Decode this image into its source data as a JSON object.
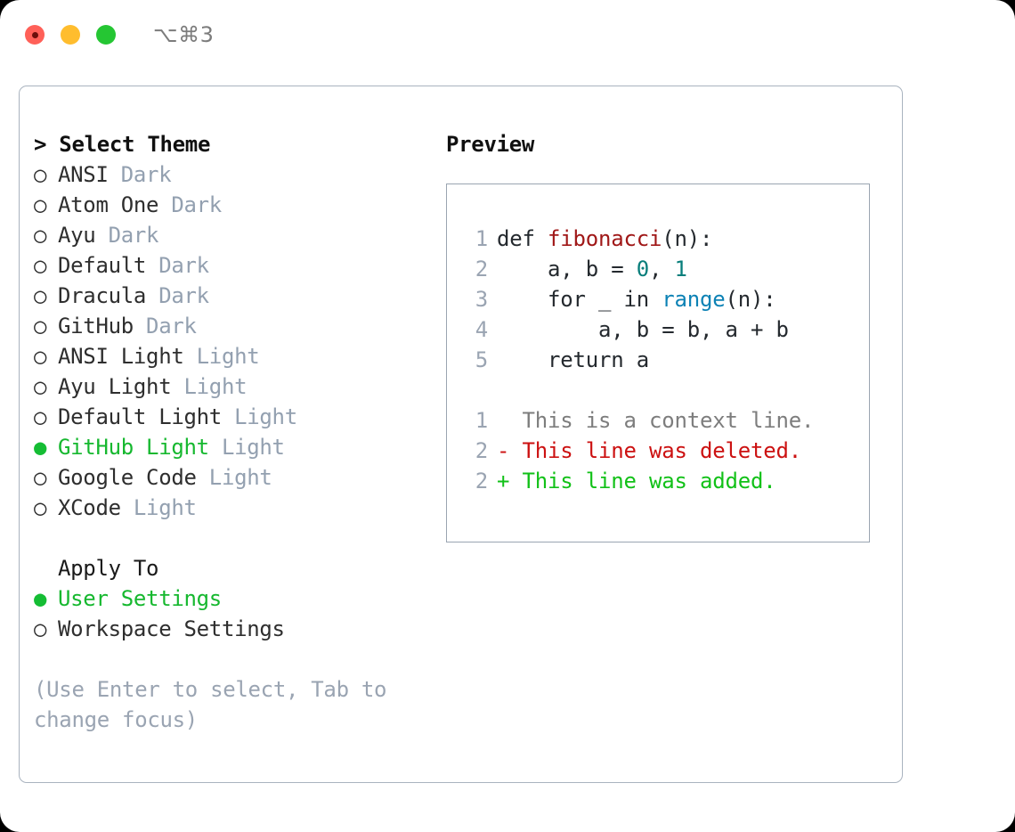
{
  "titlebar": {
    "shortcut": "⌥⌘3",
    "buttons": [
      {
        "name": "close",
        "color": "#ff6058"
      },
      {
        "name": "minimize",
        "color": "#ffbd2e"
      },
      {
        "name": "zoom",
        "color": "#25c633"
      }
    ]
  },
  "theme_list": {
    "header": "> Select Theme",
    "bullet_unselected": "○",
    "bullet_selected": "●",
    "items": [
      {
        "label": "ANSI",
        "tag": "Dark",
        "selected": false
      },
      {
        "label": "Atom One",
        "tag": "Dark",
        "selected": false
      },
      {
        "label": "Ayu",
        "tag": "Dark",
        "selected": false
      },
      {
        "label": "Default",
        "tag": "Dark",
        "selected": false
      },
      {
        "label": "Dracula",
        "tag": "Dark",
        "selected": false
      },
      {
        "label": "GitHub",
        "tag": "Dark",
        "selected": false
      },
      {
        "label": "ANSI Light",
        "tag": "Light",
        "selected": false
      },
      {
        "label": "Ayu Light",
        "tag": "Light",
        "selected": false
      },
      {
        "label": "Default Light",
        "tag": "Light",
        "selected": false
      },
      {
        "label": "GitHub Light",
        "tag": "Light",
        "selected": true
      },
      {
        "label": "Google Code",
        "tag": "Light",
        "selected": false
      },
      {
        "label": "XCode",
        "tag": "Light",
        "selected": false
      }
    ]
  },
  "apply_to": {
    "label": "Apply To",
    "options": [
      {
        "label": "User Settings",
        "selected": true
      },
      {
        "label": "Workspace Settings",
        "selected": false
      }
    ]
  },
  "hint": "(Use Enter to select, Tab to change focus)",
  "preview": {
    "header": "Preview",
    "code_lines": [
      {
        "number": "1",
        "tokens": [
          {
            "text": "def ",
            "type": "plain"
          },
          {
            "text": "fibonacci",
            "type": "func"
          },
          {
            "text": "(n):",
            "type": "plain"
          }
        ]
      },
      {
        "number": "2",
        "tokens": [
          {
            "text": "    a, b = ",
            "type": "plain"
          },
          {
            "text": "0",
            "type": "num"
          },
          {
            "text": ", ",
            "type": "plain"
          },
          {
            "text": "1",
            "type": "num"
          }
        ]
      },
      {
        "number": "3",
        "tokens": [
          {
            "text": "    for _ in ",
            "type": "plain"
          },
          {
            "text": "range",
            "type": "builtin"
          },
          {
            "text": "(n):",
            "type": "plain"
          }
        ]
      },
      {
        "number": "4",
        "tokens": [
          {
            "text": "        a, b = b, a + b",
            "type": "plain"
          }
        ]
      },
      {
        "number": "5",
        "tokens": [
          {
            "text": "    return a",
            "type": "plain"
          }
        ]
      }
    ],
    "diff_lines": [
      {
        "number": "1",
        "marker": " ",
        "text": "  This is a context line.",
        "kind": "context"
      },
      {
        "number": "2",
        "marker": "-",
        "text": "- This line was deleted.",
        "kind": "delete"
      },
      {
        "number": "2",
        "marker": "+",
        "text": "+ This line was added.",
        "kind": "add"
      }
    ]
  },
  "colors": {
    "accent_green": "#16b82f",
    "muted_gray": "#93a0b0",
    "border": "#9aa5b1",
    "code_func_red": "#a01818",
    "code_number_teal": "#087e7b",
    "code_builtin_blue": "#0d82b5",
    "diff_delete_red": "#cc1111",
    "diff_add_green": "#12c118"
  }
}
